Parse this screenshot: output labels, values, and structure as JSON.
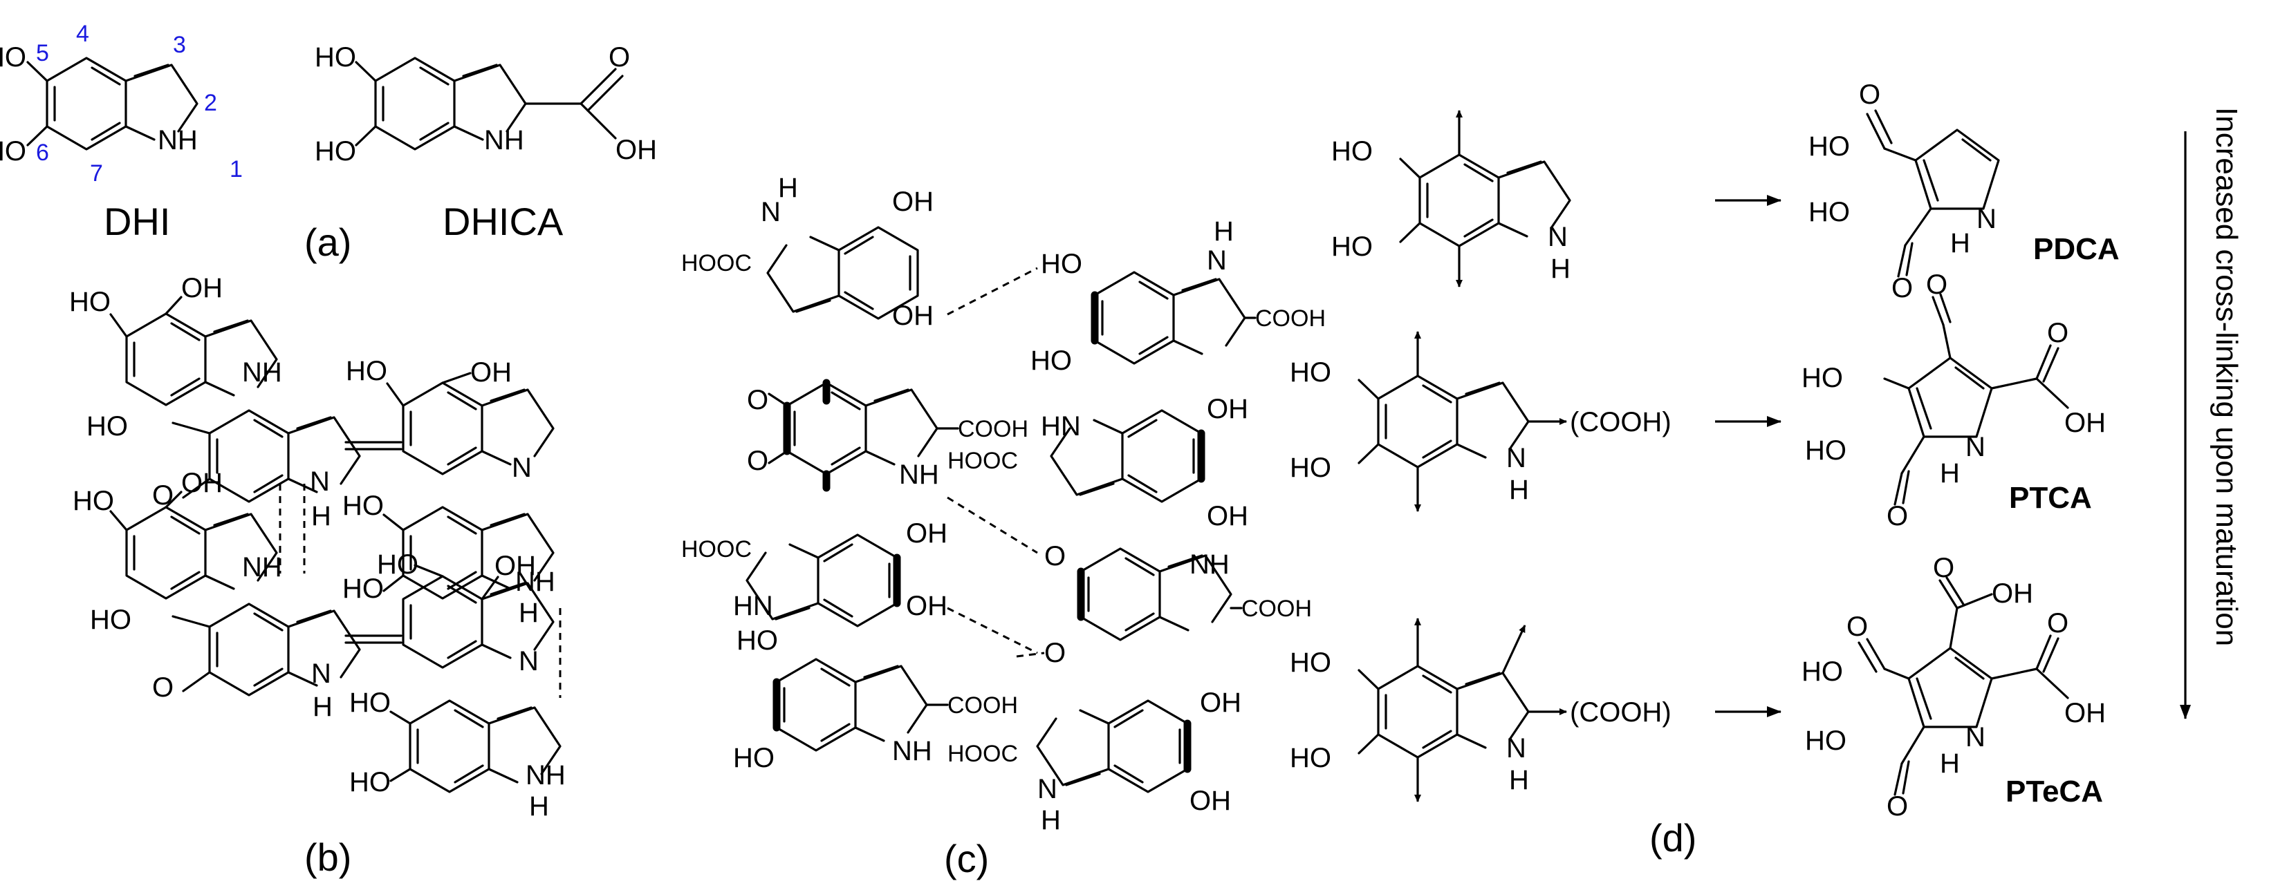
{
  "panels": {
    "a": {
      "label": "(a)",
      "dhi": {
        "name": "DHI",
        "atoms": {
          "ho_top": "HO",
          "ho_bottom": "HO",
          "nh": "NH"
        },
        "positions": [
          "1",
          "2",
          "3",
          "4",
          "5",
          "6",
          "7"
        ]
      },
      "dhica": {
        "name": "DHICA",
        "atoms": {
          "ho_top": "HO",
          "ho_bottom": "HO",
          "nh": "NH",
          "o": "O",
          "oh": "OH"
        }
      }
    },
    "b": {
      "label": "(b)",
      "atoms": {
        "oh": "OH",
        "ho": "HO",
        "nh": "NH",
        "n": "N",
        "h": "H",
        "o": "O"
      }
    },
    "c": {
      "label": "(c)",
      "atoms": {
        "oh": "OH",
        "ho": "HO",
        "h": "H",
        "n": "N",
        "nh": "NH",
        "hn": "HN",
        "hooc": "HOOC",
        "cooh": "COOH",
        "o": "O"
      }
    },
    "d": {
      "label": "(d)",
      "atoms": {
        "ho": "HO",
        "nh": "N",
        "h": "H",
        "o": "O",
        "oh": "OH"
      },
      "carboxyl_substituent": "(COOH)",
      "products": {
        "pdca": "PDCA",
        "ptca": "PTCA",
        "pteca": "PTeCA"
      }
    }
  },
  "side_note": "Increased cross-linking upon maturation",
  "colors": {
    "ink": "#000000",
    "position_numbers": "#1a1adf",
    "background": "#ffffff"
  }
}
